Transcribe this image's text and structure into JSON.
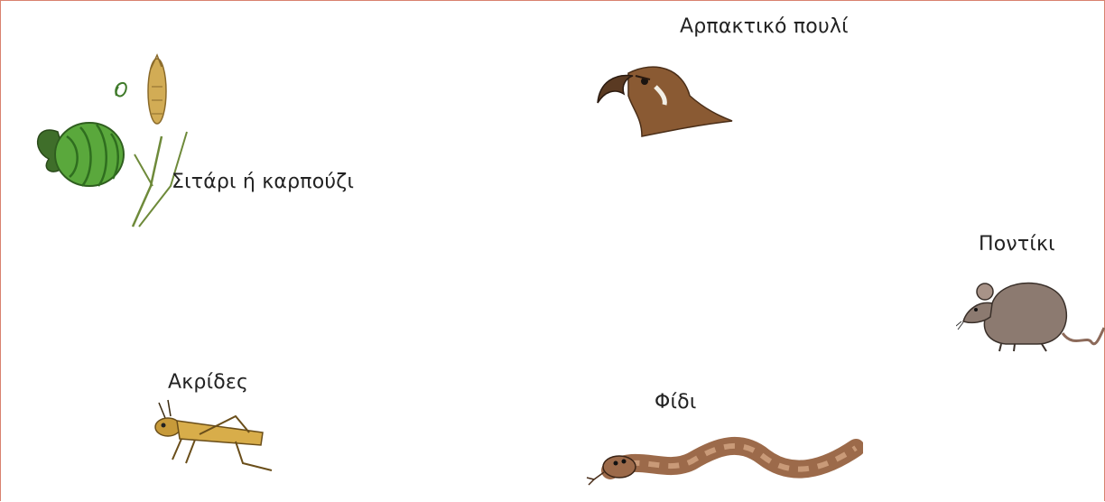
{
  "organisms": [
    {
      "id": "plant",
      "label": "Σιτάρι ή καρπούζι",
      "icon": "wheat-watermelon-icon"
    },
    {
      "id": "eagle",
      "label": "Αρπακτικό πουλί",
      "icon": "bird-of-prey-icon"
    },
    {
      "id": "mouse",
      "label": "Ποντίκι",
      "icon": "mouse-icon"
    },
    {
      "id": "locust",
      "label": "Ακρίδες",
      "icon": "grasshopper-icon"
    },
    {
      "id": "snake",
      "label": "Φίδι",
      "icon": "snake-icon"
    }
  ],
  "colors": {
    "frame": "#d9826f",
    "watermelon": "#5aa83c",
    "wheat": "#c9a24a",
    "eagle": "#8a5a33",
    "mouse": "#8c7a70",
    "locust": "#c79a3a",
    "snake": "#9c6a4a"
  }
}
